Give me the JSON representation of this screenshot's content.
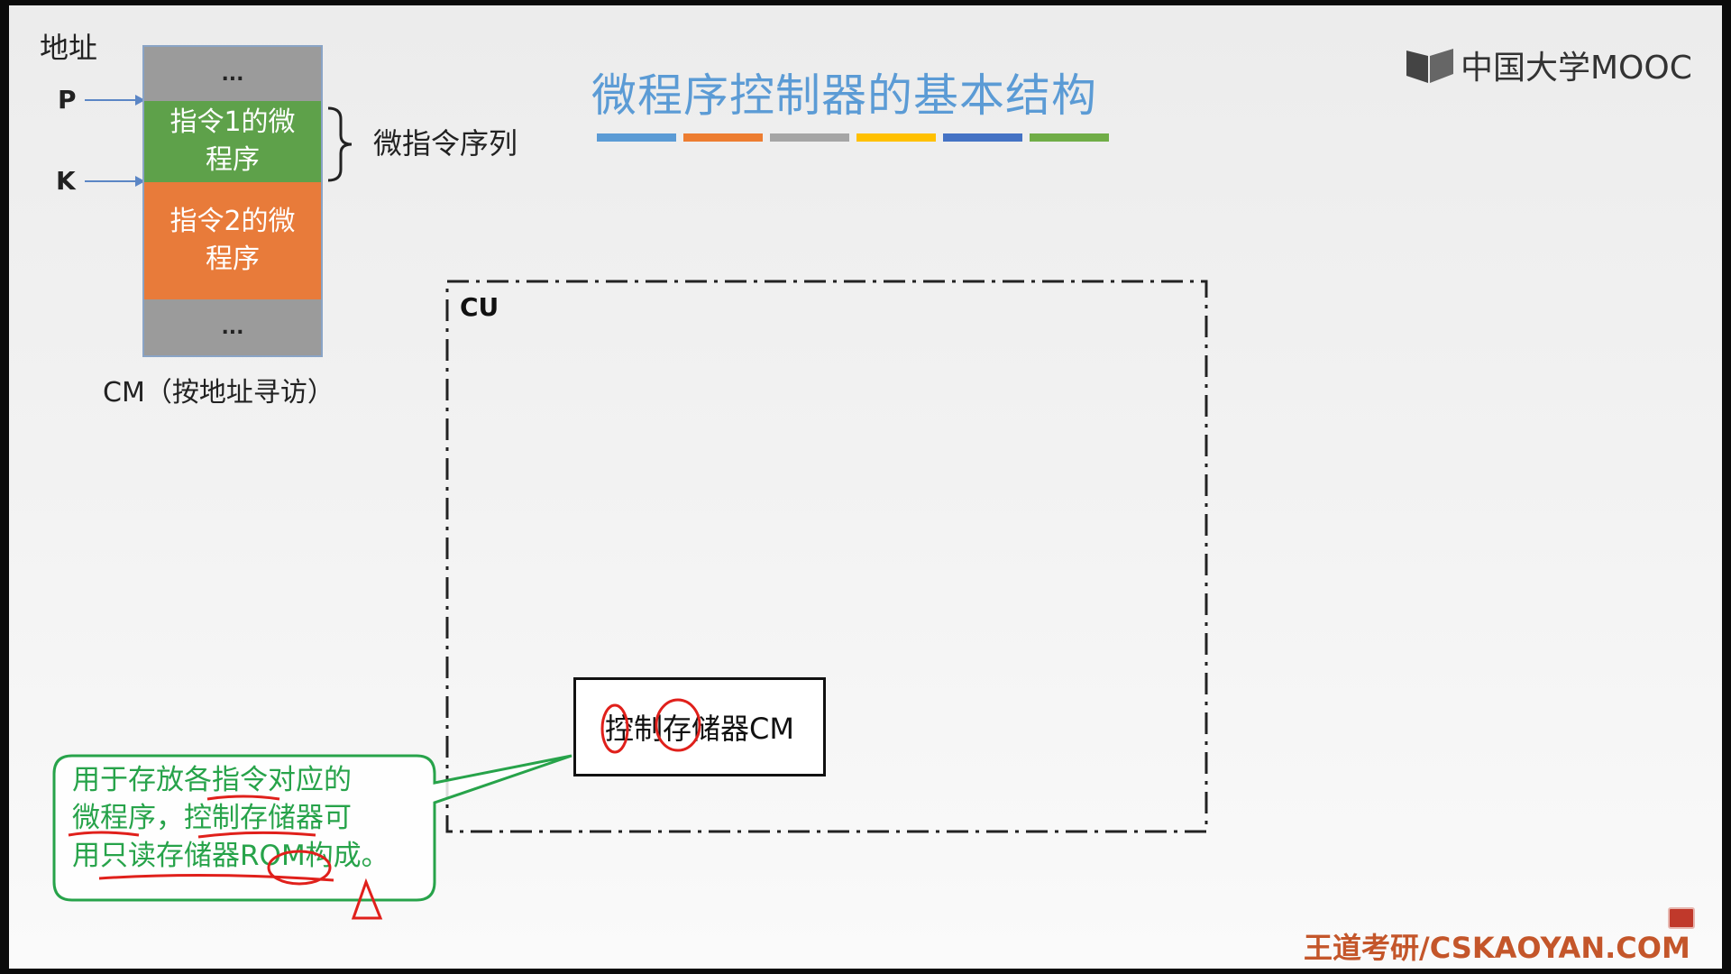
{
  "slide_title": "微程序控制器的基本结构",
  "title_bar_colors": [
    "#5b9bd5",
    "#ed7d31",
    "#a5a5a5",
    "#ffc000",
    "#4472c4",
    "#70ad47"
  ],
  "logo": {
    "icon": "mooc-logo-icon",
    "text": "中国大学MOOC"
  },
  "address_label": "地址",
  "pointers": {
    "p": "P",
    "k": "K"
  },
  "cm_blocks": {
    "top_ellipsis": "...",
    "instruction1": [
      "指令1的微",
      "程序"
    ],
    "instruction2": [
      "指令2的微",
      "程序"
    ],
    "bottom_ellipsis": "..."
  },
  "cm_caption": "CM（按地址寻访）",
  "micro_sequence_label": "微指令序列",
  "cu_label": "CU",
  "control_memory": "控制存储器CM",
  "callout_lines": [
    "用于存放各指令对应的",
    "微程序，控制存储器可",
    "用只读存储器ROM构成。"
  ],
  "footer_watermark": "王道考研/CSKAOYAN.COM",
  "colors": {
    "green": "#5ea14a",
    "orange": "#e87b3a",
    "gray": "#9b9b9b",
    "title_blue": "#5b9bd5",
    "callout_green": "#27a34a",
    "annotation_red": "#e0201b"
  }
}
